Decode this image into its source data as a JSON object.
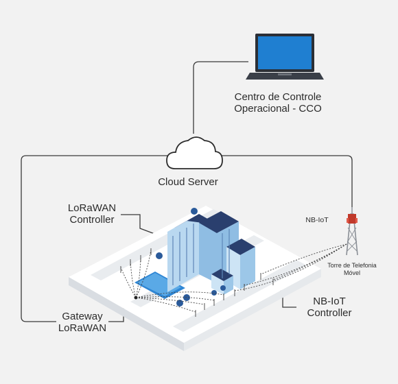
{
  "labels": {
    "cco_line1": "Centro de Controle",
    "cco_line2": "Operacional - CCO",
    "cloud_server": "Cloud Server",
    "nbiot": "NB-IoT",
    "lorawan_controller_line1": "LoRaWAN",
    "lorawan_controller_line2": "Controller",
    "tower_line1": "Torre de Telefonia",
    "tower_line2": "Móvel",
    "gateway_line1": "Gateway",
    "gateway_line2": "LoRaWAN",
    "nbiot_controller_line1": "NB-IoT",
    "nbiot_controller_line2": "Controller"
  },
  "icons": {
    "laptop": "laptop-icon",
    "cloud": "cloud-icon",
    "tower": "cell-tower-icon",
    "city": "smart-city-icon"
  },
  "colors": {
    "background": "#f2f2f2",
    "line": "#3a3a3a",
    "laptop_screen": "#1f7fd1",
    "building_light": "#cfe6f7",
    "building_dark": "#2a3f6e",
    "tower_red": "#c0392b",
    "ground": "#ffffff"
  }
}
